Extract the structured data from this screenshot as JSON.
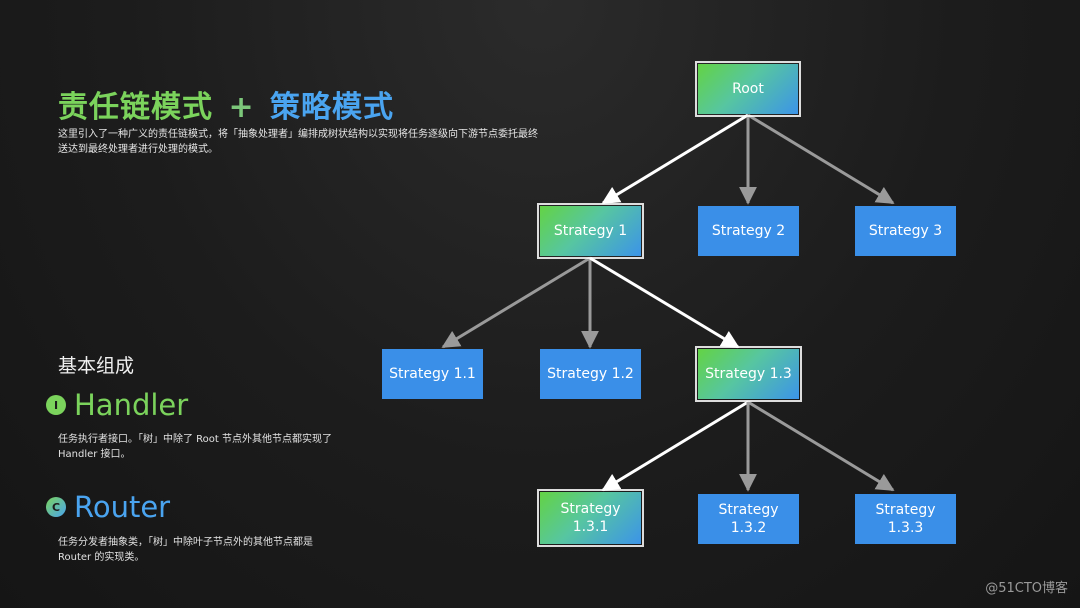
{
  "title": {
    "part1": "责任链模式",
    "plus": "+",
    "part2": "策略模式"
  },
  "intro": "这里引入了一种广义的责任链模式，将「抽象处理者」编排成树状结构以实现将任务逐级向下游节点委托最终送达到最终处理者进行处理的模式。",
  "section_title": "基本组成",
  "roles": {
    "handler": {
      "badge": "I",
      "name": "Handler",
      "desc": "任务执行者接口。「树」中除了 Root 节点外其他节点都实现了 Handler 接口。"
    },
    "router": {
      "badge": "C",
      "name": "Router",
      "desc": "任务分发者抽象类，「树」中除叶子节点外的其他节点都是 Router 的实现类。"
    }
  },
  "tree": {
    "root": "Root",
    "s1": "Strategy 1",
    "s2": "Strategy 2",
    "s3": "Strategy 3",
    "s11": "Strategy 1.1",
    "s12": "Strategy 1.2",
    "s13": "Strategy 1.3",
    "s131": "Strategy 1.3.1",
    "s132": "Strategy 1.3.2",
    "s133": "Strategy 1.3.3"
  },
  "watermark": "@51CTO博客",
  "colors": {
    "green": "#7bd35c",
    "blue": "#4aa4f0",
    "node_blue": "#3a8fe8"
  }
}
